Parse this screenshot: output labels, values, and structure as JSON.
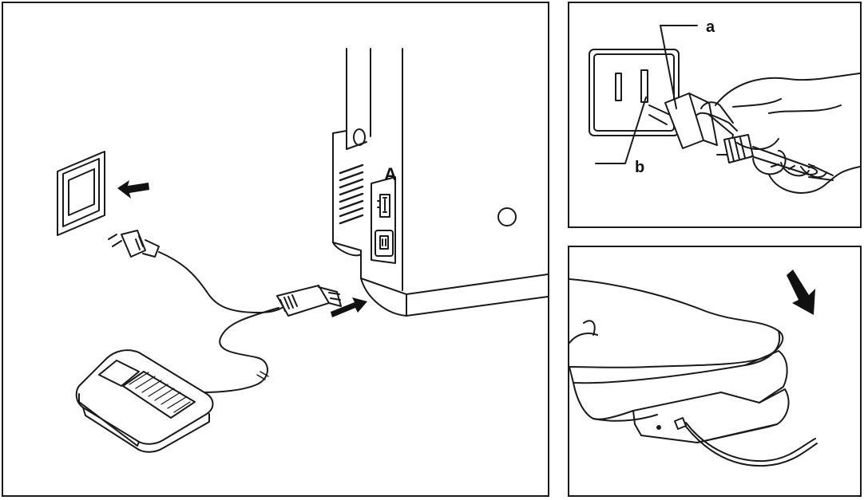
{
  "main_panel": {
    "label_a": "A"
  },
  "plug_panel": {
    "label_a": "a",
    "label_b": "b"
  },
  "pedal_panel": {}
}
